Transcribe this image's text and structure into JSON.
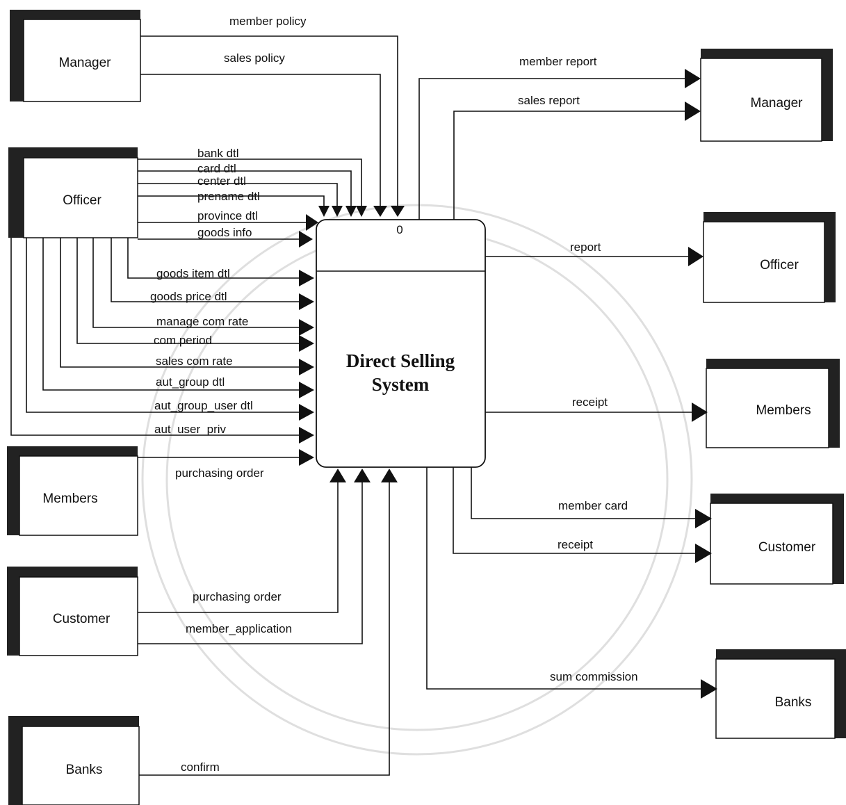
{
  "process": {
    "id": "0",
    "title_line1": "Direct Selling",
    "title_line2": "System"
  },
  "entities": {
    "manager_left": "Manager",
    "officer_left": "Officer",
    "members_left": "Members",
    "customer_left": "Customer",
    "banks_left": "Banks",
    "manager_right": "Manager",
    "officer_right": "Officer",
    "members_right": "Members",
    "customer_right": "Customer",
    "banks_right": "Banks"
  },
  "flows": {
    "member_policy": "member policy",
    "sales_policy": "sales policy",
    "bank_dtl": "bank dtl",
    "card_dtl": "card dtl",
    "center_dtl": "center dtl",
    "prename_dtl": "prename dtl",
    "province_dtl": "province dtl",
    "goods_info": "goods info",
    "goods_item_dtl": "goods item dtl",
    "goods_price_dtl": "goods price dtl",
    "manage_com_rate": "manage com rate",
    "com_period": "com period",
    "sales_com_rate": "sales com rate",
    "aut_group_dtl": "aut_group dtl",
    "aut_group_user_dtl": "aut_group_user dtl",
    "aut_user_priv": "aut_user_priv",
    "purchasing_order_members": "purchasing order",
    "purchasing_order_customer": "purchasing order",
    "member_application": "member_application",
    "confirm": "confirm",
    "member_report": "member report",
    "sales_report": "sales report",
    "report": "report",
    "receipt_members": "receipt",
    "member_card": "member card",
    "receipt_customer": "receipt",
    "sum_commission": "sum commission"
  }
}
